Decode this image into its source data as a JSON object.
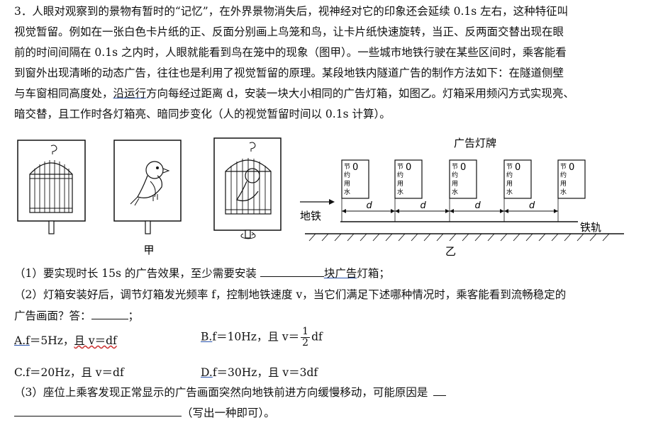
{
  "intro": {
    "lines": [
      "3．人眼对观察到的景物有暂时的“记忆”，在外界景物消失后，视神经对它的印象还会延续 0.1s 左右，这种特征叫",
      "视觉暂留。例如在一张白色卡片纸的正、反面分别画上鸟笼和鸟，让卡片纸快速旋转，当正、反两面交替出现在眼",
      "前的时间间隔在 0.1s 之内时，人眼就能看到鸟在笼中的现象（图甲）。一些城市地铁行驶在某些区间时，乘客能看",
      "到窗外出现清晰的动态广告，往往也是利用了视觉暂留的原理。某段地铁内隧道广告的制作方法如下：在隧道侧壁"
    ],
    "line5_a": "与车窗相同高度处，",
    "line5_u": "沿运行",
    "line5_b": "方向每经过距离 d，安装一块大小相同的广告灯箱，如图乙。灯箱采用频闪方式实现亮、",
    "line6": "暗交替，且工作时各灯箱亮、暗同步变化（人的视觉暂留时间以 0.1s 计算）。"
  },
  "figure": {
    "caption_jia": "甲",
    "caption_yi": "乙",
    "ad_title": "广告灯牌",
    "subway_label": "地铁",
    "track_label": "铁轨",
    "spacing_label": "d",
    "box_text": [
      "节",
      "约",
      "用",
      "水"
    ],
    "box_digit": "0"
  },
  "q1": {
    "pre": "（1）要实现时长 15s 的广告效果，至少需要安装 ",
    "u": "块广告",
    "post": "灯箱；"
  },
  "q2": {
    "line1": "（2）灯箱安装好后，调节灯箱发光频率 f，控制地铁速度 v，当它们满足下述哪种情况时，乘客能看到流畅稳定的",
    "line2": "广告画面？答：",
    "line2_end": "；"
  },
  "options": {
    "a_letter": "A.",
    "a_f": "f",
    "a_rest": "＝5Hz，",
    "a_cond": "且 v＝df",
    "b_letter": "B.",
    "b_rest": "f＝10Hz，且 v＝",
    "b_num": "1",
    "b_den": "2",
    "b_tail": "df",
    "c_text": "C.f＝20Hz，且 v＝df",
    "d_letter": "D.",
    "d_rest": "f＝30Hz，且 v＝3df"
  },
  "q3": {
    "line1": "（3）座位上乘客发现正常显示的广告画面突然向地铁前进方向缓慢移动，可能原因是",
    "line2_end": "（写出一种即可）。"
  }
}
